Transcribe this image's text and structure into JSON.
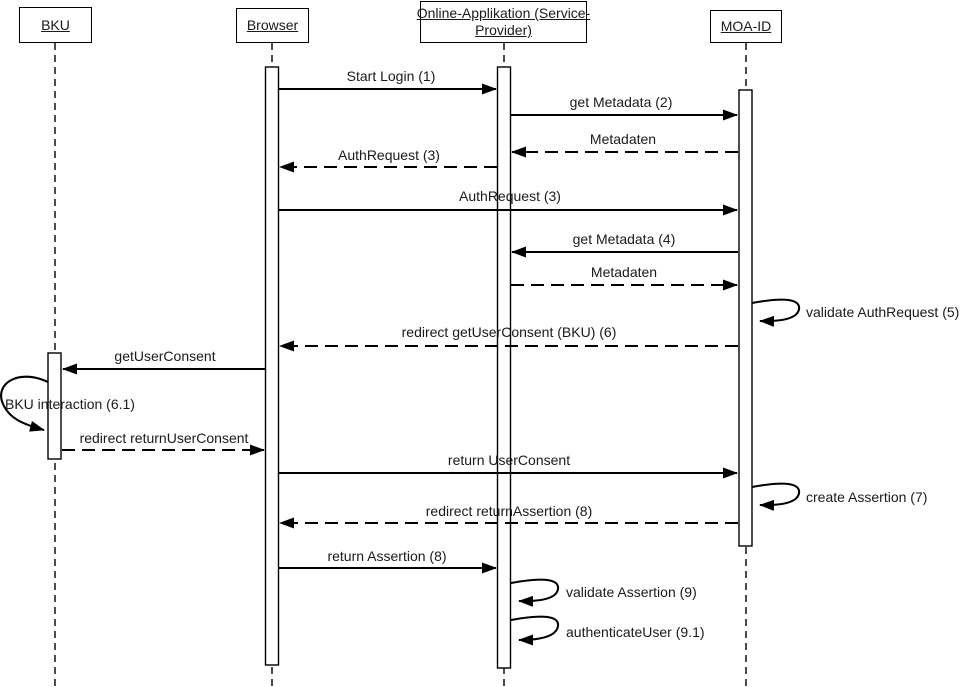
{
  "diagram": {
    "type": "uml-sequence-diagram",
    "colors": {
      "line": "#000000",
      "background": "#ffffff",
      "text": "#1a1a1a"
    },
    "actors": {
      "bku": {
        "label": "BKU"
      },
      "browser": {
        "label": "Browser"
      },
      "online_applikation": {
        "label_line1": "Online-Applikation (Service-",
        "label_line2": "Provider)"
      },
      "moa_id": {
        "label": "MOA-ID"
      }
    },
    "messages": {
      "start_login": {
        "label": "Start Login (1)",
        "from": "browser",
        "to": "online_applikation",
        "line": "solid"
      },
      "get_metadata_2": {
        "label": "get Metadata (2)",
        "from": "online_applikation",
        "to": "moa_id",
        "line": "solid"
      },
      "metadaten_1": {
        "label": "Metadaten",
        "from": "moa_id",
        "to": "online_applikation",
        "line": "dashed"
      },
      "authrequest_redirect": {
        "label": "AuthRequest (3)",
        "from": "online_applikation",
        "to": "browser",
        "line": "dashed"
      },
      "authrequest": {
        "label": "AuthRequest (3)",
        "from": "browser",
        "to": "moa_id",
        "line": "solid"
      },
      "get_metadata_4": {
        "label": "get Metadata (4)",
        "from": "moa_id",
        "to": "online_applikation",
        "line": "solid"
      },
      "metadaten_2": {
        "label": "Metadaten",
        "from": "online_applikation",
        "to": "moa_id",
        "line": "dashed"
      },
      "validate_authrequest": {
        "label": "validate AuthRequest (5)",
        "from": "moa_id",
        "to": "moa_id",
        "line": "self-loop"
      },
      "redirect_getuserconsent": {
        "label": "redirect getUserConsent (BKU) (6)",
        "from": "moa_id",
        "to": "browser",
        "line": "dashed"
      },
      "getuserconsent": {
        "label": "getUserConsent",
        "from": "browser",
        "to": "bku",
        "line": "solid"
      },
      "bku_interaction": {
        "label": "BKU interaction (6.1)",
        "from": "bku",
        "to": "bku",
        "line": "self-loop"
      },
      "redirect_returnuserconsent": {
        "label": "redirect returnUserConsent",
        "from": "bku",
        "to": "browser",
        "line": "dashed"
      },
      "return_userconsent": {
        "label": "return UserConsent",
        "from": "browser",
        "to": "moa_id",
        "line": "solid"
      },
      "create_assertion": {
        "label": "create Assertion (7)",
        "from": "moa_id",
        "to": "moa_id",
        "line": "self-loop"
      },
      "redirect_returnassertion": {
        "label": "redirect returnAssertion (8)",
        "from": "moa_id",
        "to": "browser",
        "line": "dashed"
      },
      "return_assertion": {
        "label": "return Assertion (8)",
        "from": "browser",
        "to": "online_applikation",
        "line": "solid"
      },
      "validate_assertion": {
        "label": "validate Assertion (9)",
        "from": "online_applikation",
        "to": "online_applikation",
        "line": "self-loop"
      },
      "authenticateuser": {
        "label": "authenticateUser (9.1)",
        "from": "online_applikation",
        "to": "online_applikation",
        "line": "self-loop"
      }
    }
  }
}
